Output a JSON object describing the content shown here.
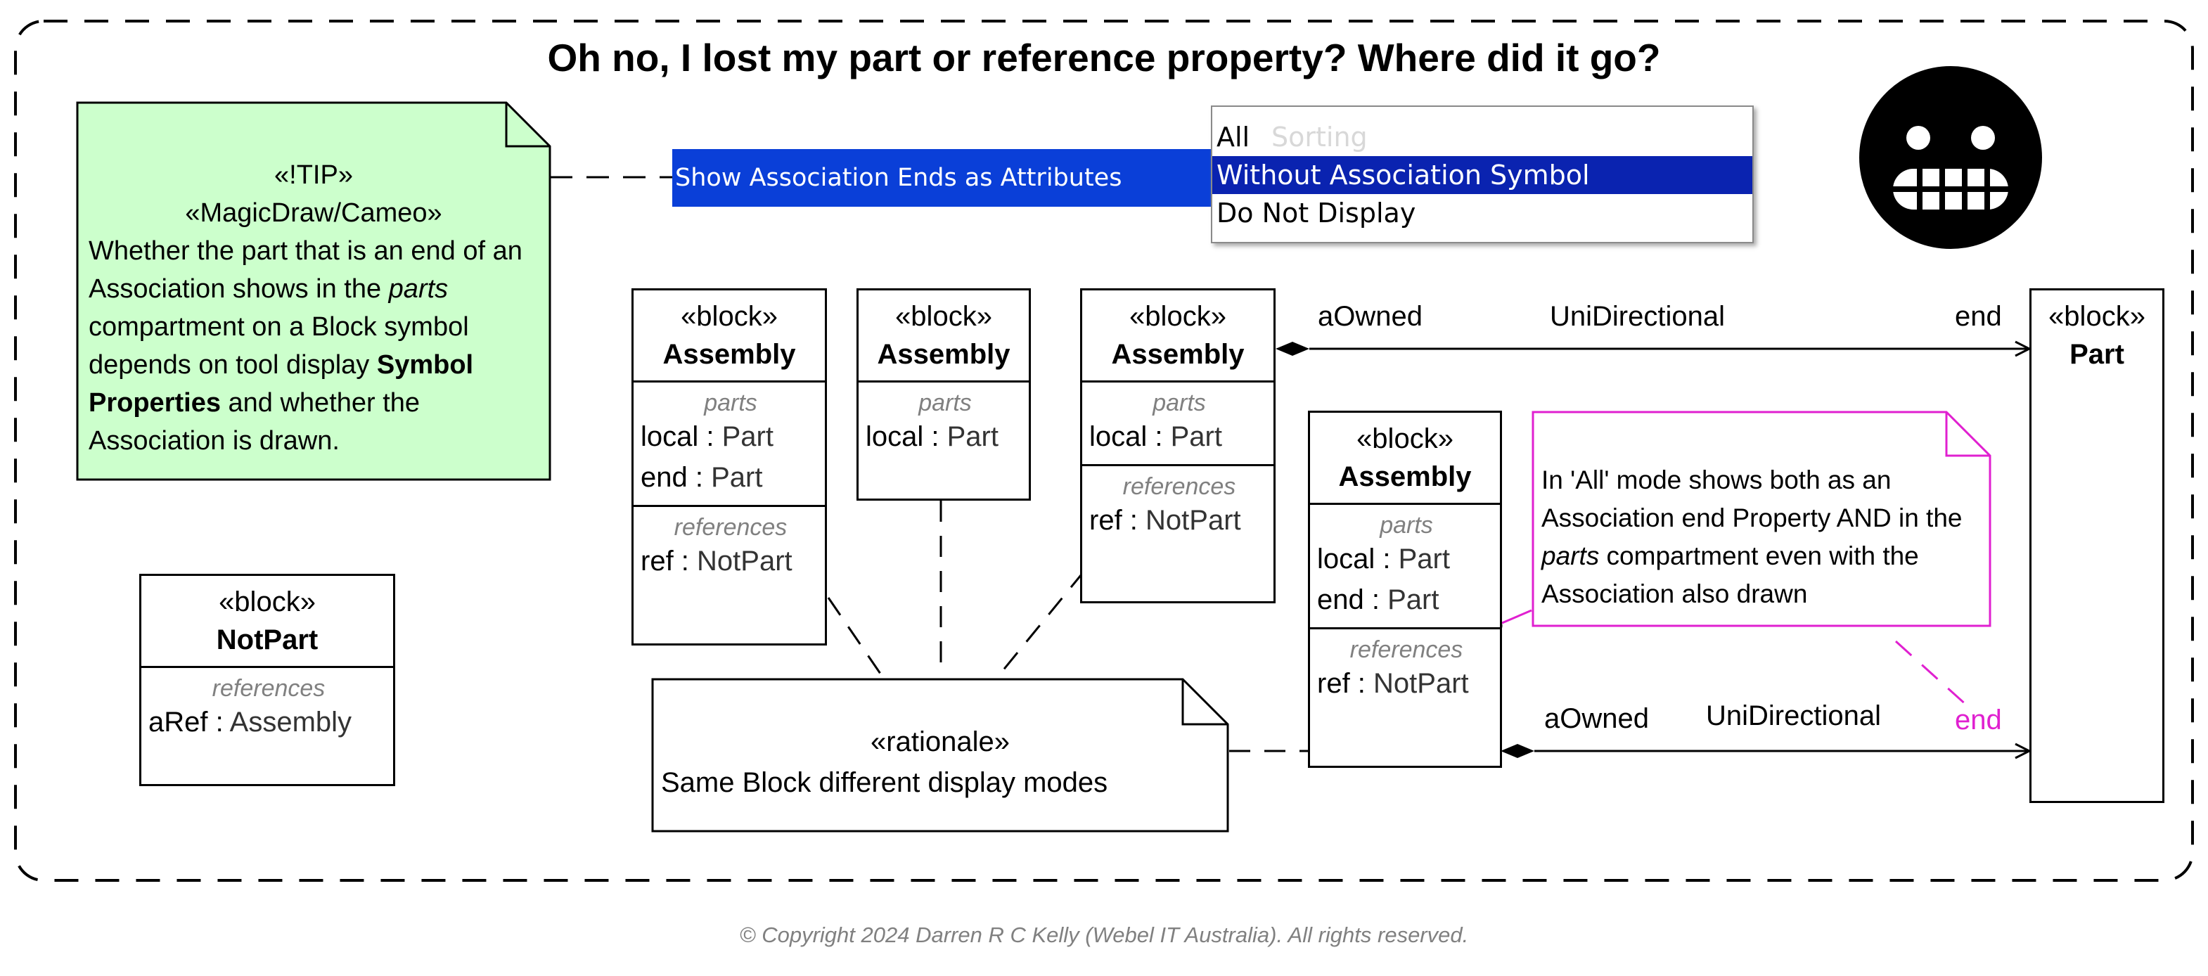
{
  "title": "Oh no, I lost my part or reference property? Where did it go?",
  "copyright": "© Copyright 2024 Darren R C Kelly (Webel IT Australia). All rights reserved.",
  "colors": {
    "tip_fill": "#ccffcc",
    "note_magenta": "#e020d0",
    "dropdown_banner": "#0a3fd8",
    "dropdown_selected": "#0a23b0",
    "compartment_title": "#808080"
  },
  "tip_note": {
    "stereotype1": "«!TIP»",
    "stereotype2": "«MagicDraw/Cameo»",
    "text_a": "Whether the part that is an end of an Association shows in the ",
    "text_em": "parts",
    "text_b": " compartment on a Block symbol depends on tool display ",
    "text_strong": "Symbol Properties",
    "text_c": " and whether the Association is drawn."
  },
  "dropdown": {
    "label": "Show Association Ends as Attributes",
    "options": [
      "All",
      "Without Association Symbol",
      "Do Not Display"
    ],
    "selected": "Without Association Symbol",
    "ghost_text": "Sorting"
  },
  "face_icon": "grimacing-face-icon",
  "blocks": {
    "notpart": {
      "stereotype": "«block»",
      "name": "NotPart",
      "references_title": "references",
      "references": [
        {
          "name": "aRef",
          "sep": " : ",
          "type": "Assembly"
        }
      ]
    },
    "assembly1": {
      "stereotype": "«block»",
      "name": "Assembly",
      "parts_title": "parts",
      "parts": [
        {
          "name": "local",
          "sep": " : ",
          "type": "Part"
        },
        {
          "name": "end",
          "sep": " : ",
          "type": "Part"
        }
      ],
      "references_title": "references",
      "references": [
        {
          "name": "ref",
          "sep": " : ",
          "type": "NotPart"
        }
      ]
    },
    "assembly2": {
      "stereotype": "«block»",
      "name": "Assembly",
      "parts_title": "parts",
      "parts": [
        {
          "name": "local",
          "sep": " : ",
          "type": "Part"
        }
      ]
    },
    "assembly3": {
      "stereotype": "«block»",
      "name": "Assembly",
      "parts_title": "parts",
      "parts": [
        {
          "name": "local",
          "sep": " : ",
          "type": "Part"
        }
      ],
      "references_title": "references",
      "references": [
        {
          "name": "ref",
          "sep": " : ",
          "type": "NotPart"
        }
      ]
    },
    "assembly4": {
      "stereotype": "«block»",
      "name": "Assembly",
      "parts_title": "parts",
      "parts": [
        {
          "name": "local",
          "sep": " : ",
          "type": "Part"
        },
        {
          "name": "end",
          "sep": " : ",
          "type": "Part"
        }
      ],
      "references_title": "references",
      "references": [
        {
          "name": "ref",
          "sep": " : ",
          "type": "NotPart"
        }
      ]
    },
    "part": {
      "stereotype": "«block»",
      "name": "Part"
    }
  },
  "rationale": {
    "stereotype": "«rationale»",
    "text": "Same Block different display modes"
  },
  "magenta_note": {
    "text_a": "In 'All' mode shows both as an Association end Property AND in the ",
    "text_em": "parts",
    "text_b": " compartment even with the Association also drawn"
  },
  "associations": {
    "top": {
      "source_end": "aOwned",
      "name": "UniDirectional",
      "target_end": "end"
    },
    "bottom": {
      "source_end": "aOwned",
      "name": "UniDirectional",
      "target_end": "end"
    }
  }
}
